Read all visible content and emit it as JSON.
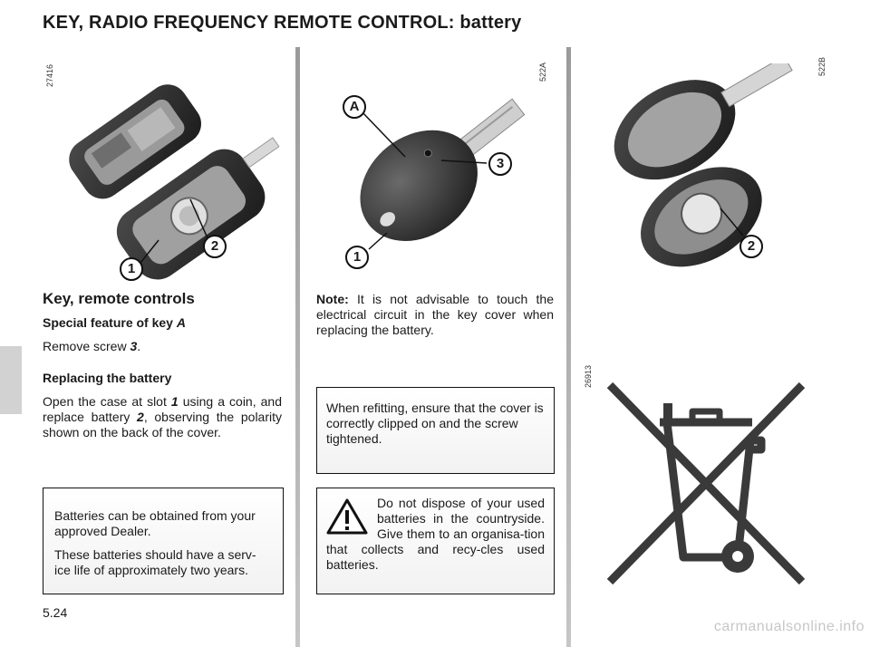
{
  "page": {
    "title": "KEY, RADIO FREQUENCY REMOTE CONTROL: battery",
    "page_number": "5.24",
    "watermark": "carmanualsonline.info"
  },
  "figures": {
    "fig1": {
      "code": "27416",
      "callouts": [
        "1",
        "2"
      ]
    },
    "fig2": {
      "code": "522A",
      "callouts": [
        "A",
        "3",
        "1"
      ]
    },
    "fig3": {
      "code": "522B",
      "callouts": [
        "2"
      ]
    },
    "fig4": {
      "code": "26913"
    }
  },
  "left": {
    "heading": "Key, remote controls",
    "special_title_prefix": "Special feature of key ",
    "special_title_key": "A",
    "remove_text": "Remove screw ",
    "remove_num": "3",
    "remove_end": ".",
    "replacing_title": "Replacing the battery",
    "replacing_1": "Open the case at slot ",
    "replacing_n1": "1",
    "replacing_2": " using a coin, and replace battery ",
    "replacing_n2": "2",
    "replacing_3": ", observing the polarity shown on the back of the cover.",
    "box_p1": "Batteries can be obtained from your approved Dealer.",
    "box_p2": "These batteries should have a serv-ice life of approximately two years."
  },
  "middle": {
    "note_label": "Note:",
    "note_text": " It is not advisable to touch the electrical circuit in the key cover when replacing the battery.",
    "box_refit": "When refitting, ensure that the cover is correctly clipped on and the screw tightened.",
    "warning_text": "Do not dispose of your used batteries in the countryside. Give them to an organisa-tion that collects and recy-cles used batteries.",
    "warning_icon": "warning-triangle-icon"
  }
}
